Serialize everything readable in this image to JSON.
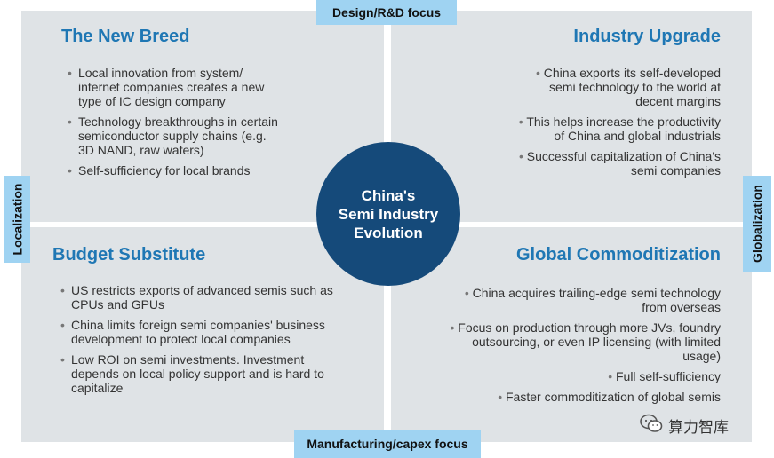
{
  "axes": {
    "top": "Design/R&D focus",
    "bottom": "Manufacturing/capex focus",
    "left": "Localization",
    "right": "Globalization"
  },
  "center": "China's\nSemi Industry\nEvolution",
  "quadrants": {
    "top_left": {
      "title": "The New Breed",
      "bullets": [
        "Local innovation from system/\ninternet companies creates a new\ntype of IC design company",
        "Technology breakthroughs in certain\nsemiconductor supply chains (e.g.\n3D NAND, raw wafers)",
        "Self-sufficiency for local brands"
      ]
    },
    "top_right": {
      "title": "Industry Upgrade",
      "bullets": [
        "China exports its self-developed\nsemi technology to the world at\ndecent margins",
        "This helps increase the productivity\nof China and global industrials",
        "Successful capitalization of China's\nsemi companies"
      ]
    },
    "bottom_left": {
      "title": "Budget Substitute",
      "bullets": [
        "US restricts exports of advanced semis such as\nCPUs and GPUs",
        "China limits foreign semi companies' business\ndevelopment to protect local companies",
        "Low ROI on semi investments. Investment\ndepends on local policy support and is hard to\ncapitalize"
      ]
    },
    "bottom_right": {
      "title": "Global Commoditization",
      "bullets": [
        "China acquires trailing-edge semi technology\nfrom overseas",
        "Focus on production through more JVs, foundry\noutsourcing, or even IP licensing (with limited\nusage)",
        "Full self-sufficiency",
        "Faster commoditization of global semis"
      ]
    }
  },
  "watermark": {
    "text": "算力智库",
    "icon": "wechat-icon"
  }
}
